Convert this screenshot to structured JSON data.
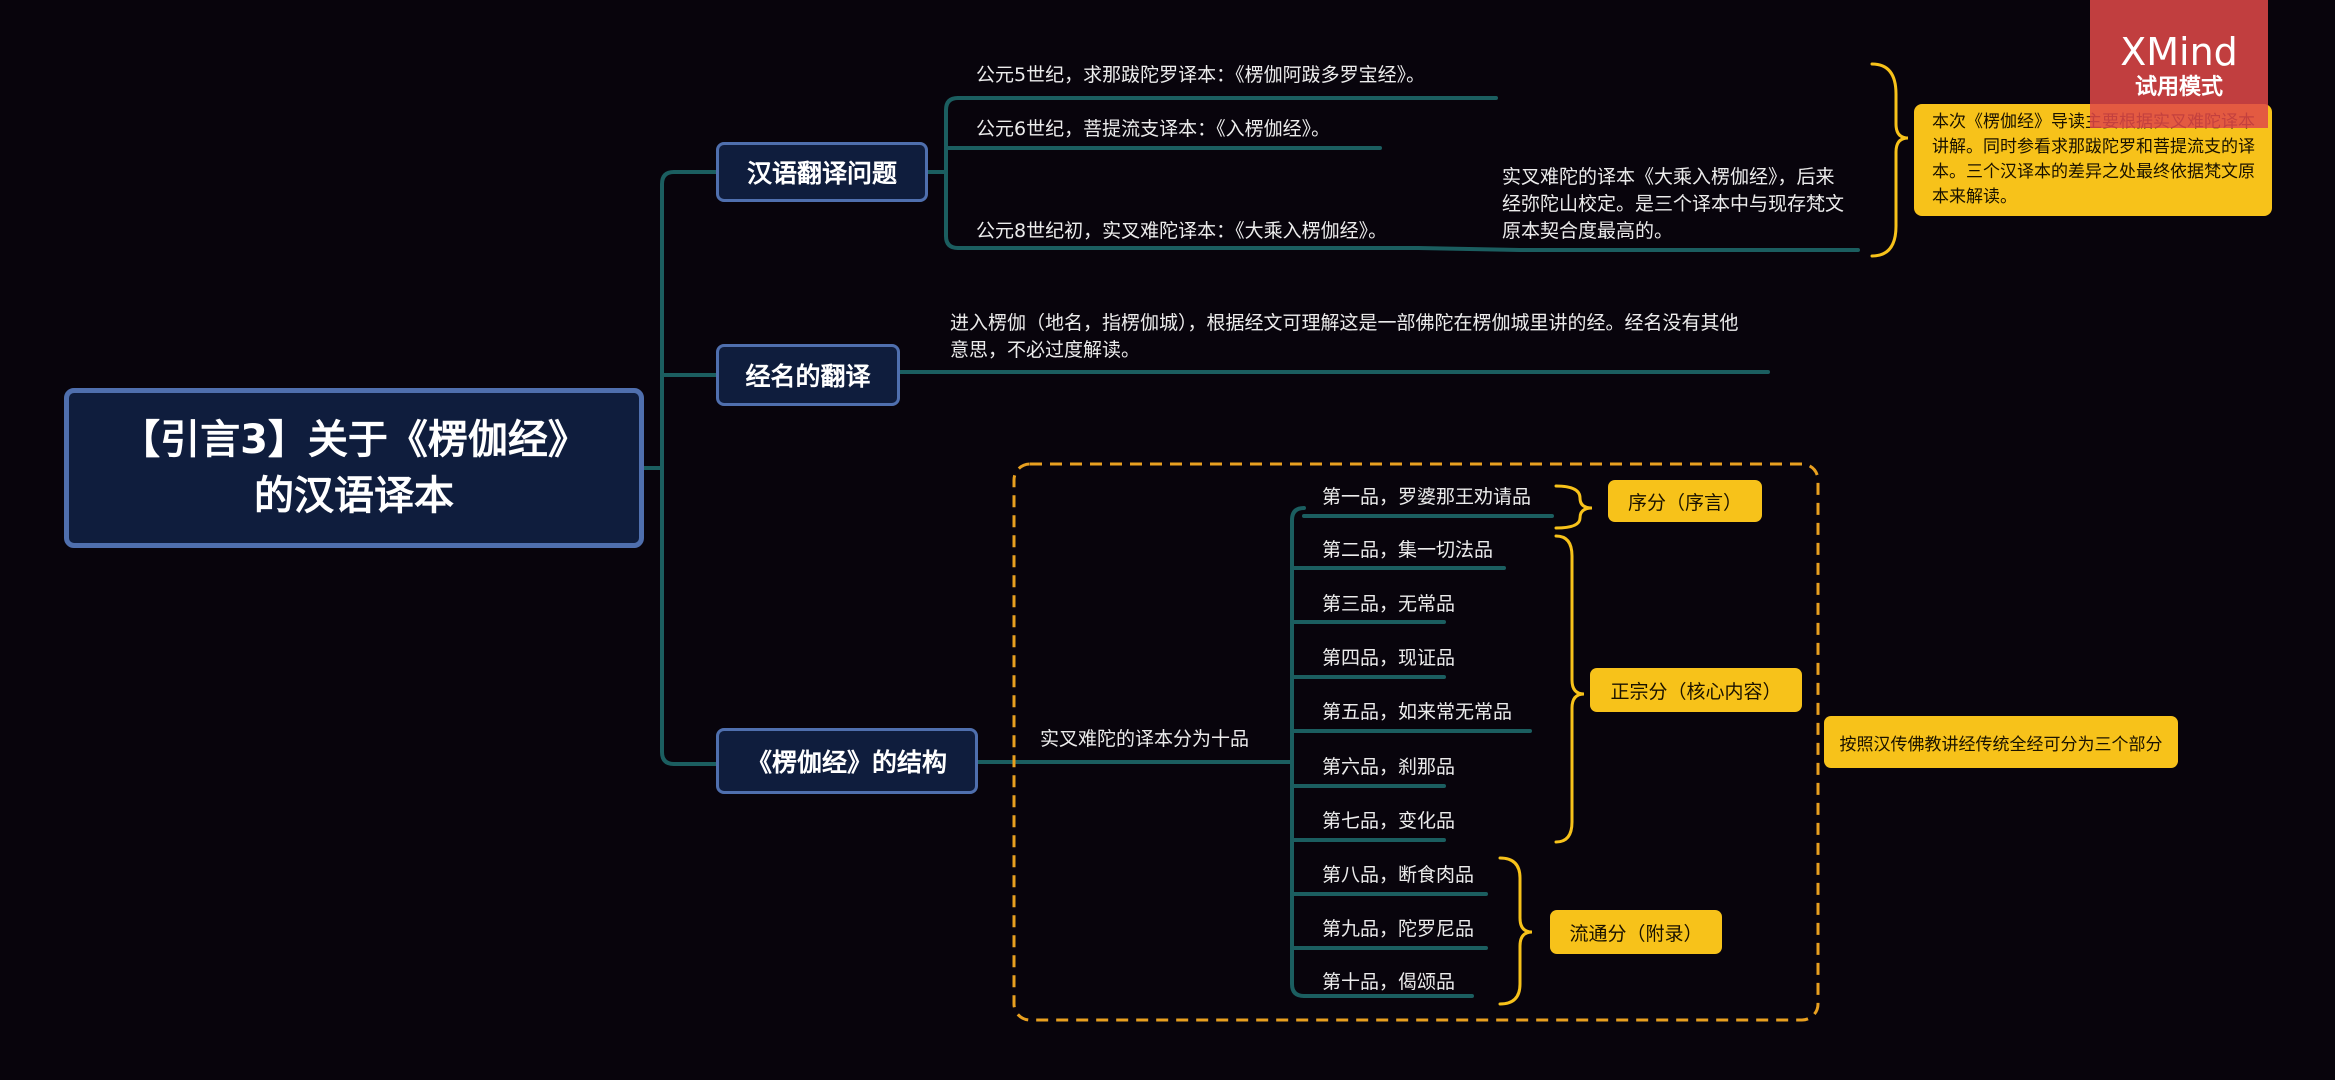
{
  "root": {
    "title_line1": "【引言3】关于《楞伽经》",
    "title_line2": "的汉语译本"
  },
  "branches": {
    "translation": {
      "label": "汉语翻译问题",
      "items": [
        "公元5世纪，求那跋陀罗译本：《楞伽阿跋多罗宝经》。",
        "公元6世纪，菩提流支译本：《入楞伽经》。",
        "公元8世纪初，实叉难陀译本：《大乘入楞伽经》。"
      ],
      "note": "实叉难陀的译本《大乘入楞伽经》，后来经弥陀山校定。是三个译本中与现存梵文原本契合度最高的。",
      "callout": "本次《楞伽经》导读主要根据实叉难陀译本讲解。同时参看求那跋陀罗和菩提流支的译本。三个汉译本的差异之处最终依据梵文原本来解读。"
    },
    "title_translation": {
      "label": "经名的翻译",
      "text": "进入楞伽（地名，指楞伽城），根据经文可理解这是一部佛陀在楞伽城里讲的经。经名没有其他意思，不必过度解读。"
    },
    "structure": {
      "label": "《楞伽经》的结构",
      "subtitle": "实叉难陀的译本分为十品",
      "chapters": [
        "第一品，罗婆那王劝请品",
        "第二品，集一切法品",
        "第三品，无常品",
        "第四品，现证品",
        "第五品，如来常无常品",
        "第六品，刹那品",
        "第七品，变化品",
        "第八品，断食肉品",
        "第九品，陀罗尼品",
        "第十品，偈颂品"
      ],
      "groups": [
        "序分（序言）",
        "正宗分（核心内容）",
        "流通分（附录）"
      ],
      "callout": "按照汉传佛教讲经传统全经可分为三个部分"
    }
  },
  "watermark": {
    "title": "XMind",
    "subtitle": "试用模式"
  },
  "colors": {
    "background": "#08040c",
    "line": "#1b5e60",
    "node_fill": "#0f1d3d",
    "node_border": "#4f6fae",
    "accent": "#f7c21a",
    "watermark": "#e04848"
  }
}
